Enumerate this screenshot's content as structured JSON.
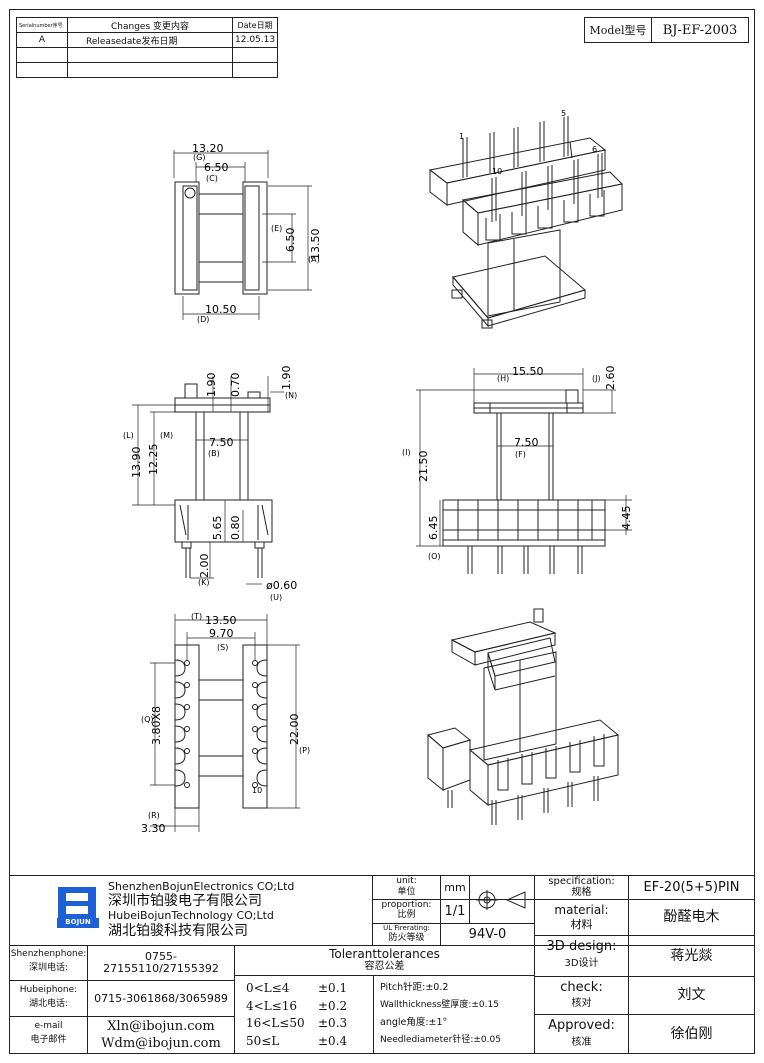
{
  "revision_table": {
    "headers": {
      "serial": "Serialnumber序号",
      "changes": "Changes 变更内容",
      "date": "Date日期"
    },
    "rows": [
      {
        "serial": "A",
        "changes": "Releasedate发布日期",
        "date": "12.05.13"
      },
      {
        "serial": "",
        "changes": "",
        "date": ""
      },
      {
        "serial": "",
        "changes": "",
        "date": ""
      }
    ]
  },
  "model": {
    "label": "Model型号",
    "value": "BJ-EF-2003"
  },
  "top_view": {
    "dims": {
      "width_total": "13.20",
      "width_inner": "6.50",
      "height_total": "13.50",
      "height_inner": "6.50",
      "base": "10.50"
    },
    "letters": {
      "g": "(G)",
      "c": "(C)",
      "e": "(E)",
      "a": "(A)",
      "d": "(D)"
    }
  },
  "iso_top": {
    "pins": {
      "p1": "1",
      "p5": "5",
      "p6": "6",
      "p10": "10"
    }
  },
  "side_view": {
    "dims": {
      "d1": "1.90",
      "d2": "0.70",
      "d3": "1.90",
      "d4": "13.90",
      "d5": "12.25",
      "d6": "7.50",
      "d7": "5.65",
      "d8": "0.80",
      "d9": "2.00",
      "d10": "ø0.60"
    },
    "letters": {
      "n": "(N)",
      "l": "(L)",
      "m": "(M)",
      "b": "(B)",
      "k": "(K)",
      "u": "(U)"
    }
  },
  "front_view": {
    "dims": {
      "d1": "15.50",
      "d2": "2.60",
      "d3": "21.50",
      "d4": "7.50",
      "d5": "6.45",
      "d6": "4.45"
    },
    "letters": {
      "h": "(H)",
      "j": "(J)",
      "i": "(I)",
      "f": "(F)",
      "o": "(O)"
    }
  },
  "bottom_view": {
    "dims": {
      "d1": "13.50",
      "d2": "9.70",
      "d3": "3.80X8",
      "d4": "22.00",
      "d5": "3.30",
      "pin10": "10"
    },
    "letters": {
      "t": "(T)",
      "s": "(S)",
      "q": "(Q)",
      "p": "(P)",
      "r": "(R)"
    }
  },
  "title_block": {
    "company": {
      "en1": "ShenzhenBojunElectronics CO;Ltd",
      "cn1": "深圳市铂骏电子有限公司",
      "en2": "HubeiBojunTechnology CO;Ltd",
      "cn2": "湖北铂骏科技有限公司",
      "logo_text": "BOJUN"
    },
    "unit": {
      "label": "unit:",
      "label_cn": "单位",
      "value": "mm"
    },
    "proportion": {
      "label": "proportion:",
      "label_cn": "比例",
      "value": "1/1"
    },
    "fire": {
      "label": "UL Firerating:",
      "label_cn": "防火等级",
      "value": "94V-0"
    },
    "spec": {
      "label": "specification:",
      "label_cn": "规格",
      "value": "EF-20(5+5)PIN"
    },
    "material": {
      "label": "material:",
      "label_cn": "材料",
      "value": "酚醛电木"
    },
    "design": {
      "label": "3D design:",
      "label_cn": "3D设计",
      "value": "蒋光燚"
    },
    "check": {
      "label": "check:",
      "label_cn": "核对",
      "value": "刘文"
    },
    "approved": {
      "label": "Approved:",
      "label_cn": "核准",
      "value": "徐伯刚"
    },
    "contacts": {
      "sz_label": "Shenzhenphone:",
      "sz_label_cn": "深圳电话:",
      "sz_value": "0755-27155110/27155392",
      "hb_label": "Hubeiphone:",
      "hb_label_cn": "湖北电话:",
      "hb_value": "0715-3061868/3065989",
      "email_label": "e-mail",
      "email_label_cn": "电子邮件",
      "email1": "Xln@ibojun.com",
      "email2": "Wdm@ibojun.com"
    },
    "tolerance": {
      "title": "Toleranttolerances",
      "title_cn": "容忍公差",
      "rows": [
        {
          "range": "0<L≤4",
          "tol": "±0.1"
        },
        {
          "range": "4<L≤16",
          "tol": "±0.2"
        },
        {
          "range": "16<L≤50",
          "tol": "±0.3"
        },
        {
          "range": "50≤L",
          "tol": "±0.4"
        }
      ],
      "pitch": "Pitch针距:±0.2",
      "wall": "Wallthickness壁厚度:±0.15",
      "angle": "angle角度:±1°",
      "needle": "Needlediameter针径:±0.05"
    }
  }
}
